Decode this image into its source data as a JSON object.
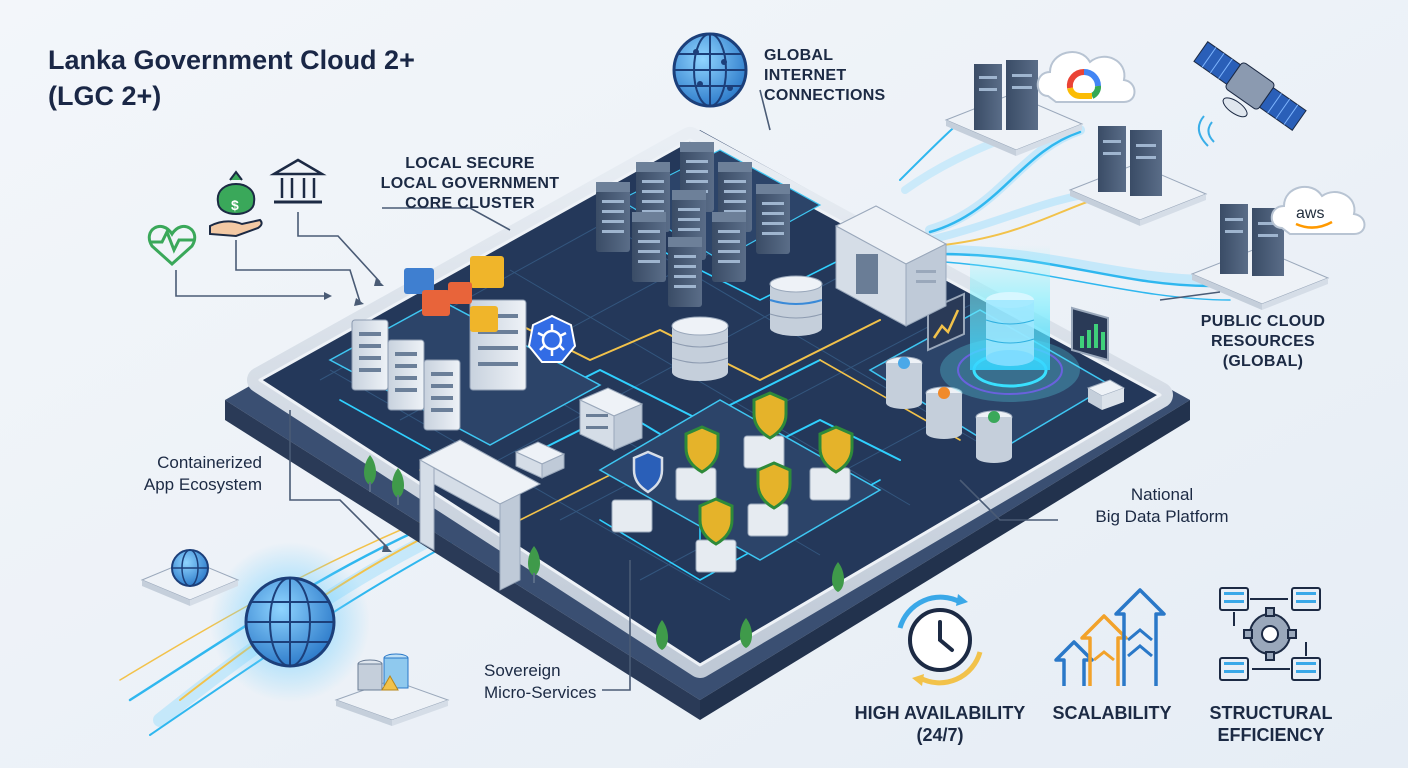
{
  "title_line1": "Lanka Government Cloud 2+",
  "title_line2": "(LGC 2+)",
  "labels": {
    "global_internet": [
      "GLOBAL",
      "INTERNET",
      "CONNECTIONS"
    ],
    "local_secure": [
      "LOCAL SECURE",
      "LOCAL GOVERNMENT",
      "CORE CLUSTER"
    ],
    "public_cloud": [
      "PUBLIC CLOUD",
      "RESOURCES",
      "(GLOBAL)"
    ],
    "containerized": [
      "Containerized",
      "App Ecosystem"
    ],
    "national_big_data": [
      "National",
      "Big Data Platform"
    ],
    "sovereign": [
      "Sovereign",
      "Micro-Services"
    ]
  },
  "features": [
    {
      "name": "high_availability",
      "lines": [
        "HIGH AVAILABILITY",
        "(24/7)"
      ],
      "icon": "clock-cycle-icon"
    },
    {
      "name": "scalability",
      "lines": [
        "SCALABILITY"
      ],
      "icon": "growth-arrows-icon"
    },
    {
      "name": "structural_efficiency",
      "lines": [
        "STRUCTURAL",
        "EFFICIENCY"
      ],
      "icon": "gear-servers-icon"
    }
  ],
  "icons": {
    "left_top": [
      "heart-pulse-icon",
      "money-hand-icon",
      "bank-building-icon"
    ],
    "global": "globe-icon",
    "cloud_providers": [
      "google-cloud-icon",
      "aws-cloud-icon"
    ],
    "satellite": "satellite-icon",
    "kubernetes": "kubernetes-wheel-icon"
  },
  "cloud_logo_text": {
    "aws": "aws"
  },
  "colors": {
    "platform_dark": "#24385a",
    "platform_rim": "#d7dee8",
    "accent_cyan": "#39c6f0",
    "accent_gold": "#f2c24a",
    "shield_green": "#2e8a3a",
    "shield_gold": "#e5b32a",
    "text_dark": "#1c2a44"
  }
}
